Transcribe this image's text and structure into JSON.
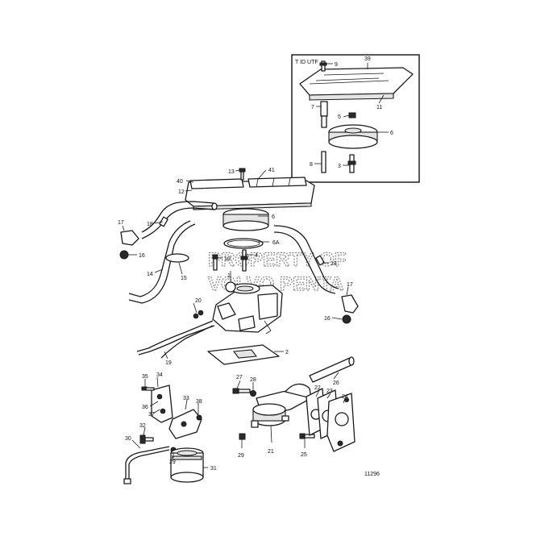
{
  "inset": {
    "title": "T ID UTF"
  },
  "watermark": {
    "line1": "PROPERTY OF",
    "line2": "VOLVO PENTA"
  },
  "figure_number": "11296",
  "callouts": {
    "c1": "1",
    "c2": "2",
    "c3": "3",
    "c4": "4",
    "c5": "5",
    "c6_top": "6",
    "c6_main": "6",
    "c6a": "6A",
    "c7": "7",
    "c8": "8",
    "c9": "9",
    "c10": "10",
    "c11": "11",
    "c12": "12",
    "c13": "13",
    "c14": "14",
    "c15": "15",
    "c16_left": "16",
    "c16_right": "16",
    "c17_left": "17",
    "c17_right": "17",
    "c18_left": "18",
    "c18_right": "18",
    "c19": "19",
    "c20": "20",
    "c21": "21",
    "c22": "22",
    "c23": "23",
    "c24": "24",
    "c25": "25",
    "c26": "26",
    "c27": "27",
    "c28": "28",
    "c29_left": "29",
    "c29_right": "29",
    "c30": "30",
    "c31": "31",
    "c32": "32",
    "c33": "33",
    "c34": "34",
    "c35": "35",
    "c36": "36",
    "c37": "37",
    "c38": "38",
    "c39": "39",
    "c40": "40",
    "c41": "41"
  }
}
